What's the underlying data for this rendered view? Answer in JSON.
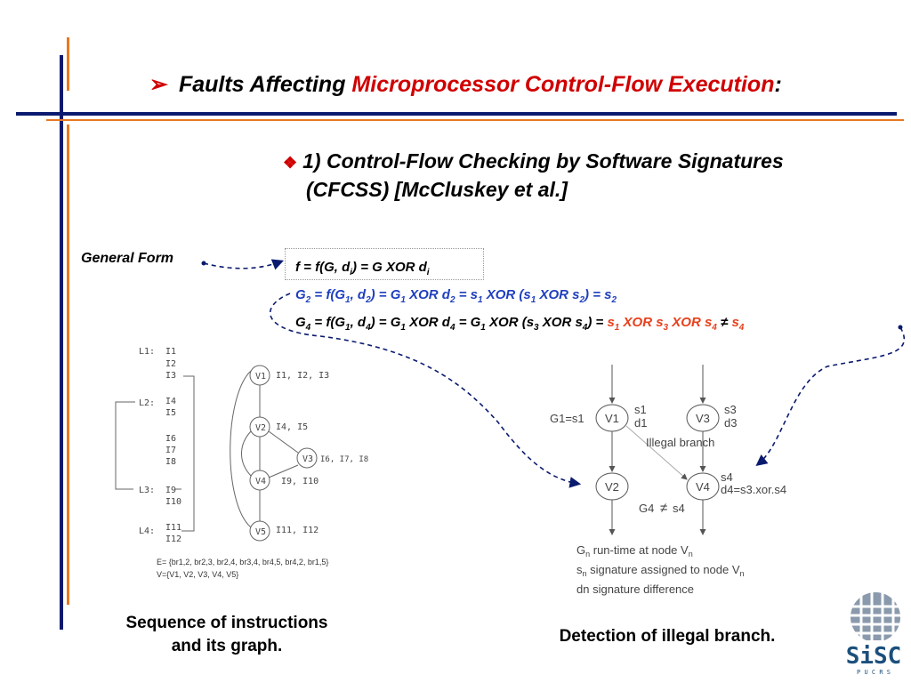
{
  "slide": {
    "title_prefix": "Faults Affecting ",
    "title_red": "Microprocessor Control-Flow Execution",
    "title_suffix": ":",
    "bullet_line1": "1) Control-Flow Checking by Software Signatures",
    "bullet_line2": "(CFCSS) [McCluskey et al.]",
    "general_form": "General Form",
    "caption_left_1": "Sequence of instructions",
    "caption_left_2": "and its graph.",
    "caption_right": "Detection of illegal branch."
  },
  "equations": {
    "eq1": {
      "a": "f = f(G, d",
      "a_sub": "i",
      "b": ") = G XOR d",
      "b_sub": "i"
    },
    "eq2": {
      "p1": "G",
      "s1": "2",
      "p2": " = f(G",
      "s2": "1",
      "p3": ", d",
      "s3": "2",
      "p4": ") = G",
      "s4": "1",
      "p5": " XOR d",
      "s5": "2",
      "p6": " = s",
      "s6": "1",
      "p7": " XOR (s",
      "s7": "1",
      "p8": " XOR s",
      "s8": "2",
      "p9": ") = s",
      "s9": "2"
    },
    "eq3": {
      "p1": "G",
      "s1": "4",
      "p2": " = f(G",
      "s2": "1",
      "p3": ", d",
      "s3": "4",
      "p4": ") = G",
      "s4": "1",
      "p5": " XOR d",
      "s5": "4",
      "p6": " = G",
      "s6": "1",
      "p7": " XOR (s",
      "s7": "3",
      "p8": " XOR s",
      "s8": "4",
      "p9": ") = ",
      "r1": "s",
      "rs1": "1",
      "r2": " XOR s",
      "rs2": "3",
      "r3": " XOR s",
      "rs3": "4",
      "neq": " ≠ ",
      "r4": "s",
      "rs4": "4"
    }
  },
  "code_listing": {
    "labels": [
      "L1:",
      "L2:",
      "L3:",
      "L4:"
    ],
    "instructions": [
      "I1",
      "I2",
      "I3",
      "I4",
      "I5",
      "I6",
      "I7",
      "I8",
      "I9",
      "I10",
      "I11",
      "I12"
    ]
  },
  "cfg_graph": {
    "nodes": [
      {
        "id": "V1",
        "label": "I1, I2, I3"
      },
      {
        "id": "V2",
        "label": "I4, I5"
      },
      {
        "id": "V3",
        "label": "I6, I7, I8"
      },
      {
        "id": "V4",
        "label": "I9, I10"
      },
      {
        "id": "V5",
        "label": "I11, I12"
      }
    ],
    "edge_set": "E= {br1,2, br2,3, br2,4, br3,4, br4,5, br4,2, br1,5}",
    "vertex_set": "V={V1, V2, V3, V4, V5}"
  },
  "detection_diagram": {
    "g1_label": "G1=s1",
    "v1": "V1",
    "v1_s": "s1",
    "v1_d": "d1",
    "v3": "V3",
    "v3_s": "s3",
    "v3_d": "d3",
    "illegal": "Illegal branch",
    "v2": "V2",
    "v4": "V4",
    "v4_s": "s4",
    "v4_d": "d4=s3.xor.s4",
    "g4_a": "G4",
    "g4_b": "s4",
    "legend1_a": "G",
    "legend1_sub": "n",
    "legend1_b": " run-time at node V",
    "legend1_sub2": "n",
    "legend2_a": "s",
    "legend2_sub": "n",
    "legend2_b": " signature assigned to node V",
    "legend2_sub2": "n",
    "legend3": "dn signature difference"
  },
  "logo": {
    "text": "SiSC",
    "subtext": "P U C R S"
  },
  "colors": {
    "navy": "#0a1a6e",
    "orange": "#e87722",
    "red": "#d00000",
    "blue": "#1f3fbf",
    "eq_red": "#e8401c"
  }
}
